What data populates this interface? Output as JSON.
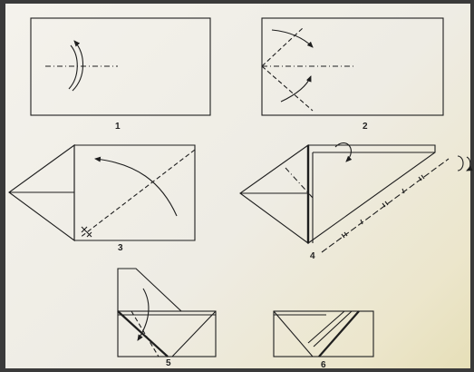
{
  "steps": [
    {
      "label": "1"
    },
    {
      "label": "2"
    },
    {
      "label": "3"
    },
    {
      "label": "4"
    },
    {
      "label": "5"
    },
    {
      "label": "6"
    }
  ],
  "colors": {
    "ink": "#1e1e1e",
    "paper": "#f4f2ec",
    "background": "#3a3a3a"
  }
}
